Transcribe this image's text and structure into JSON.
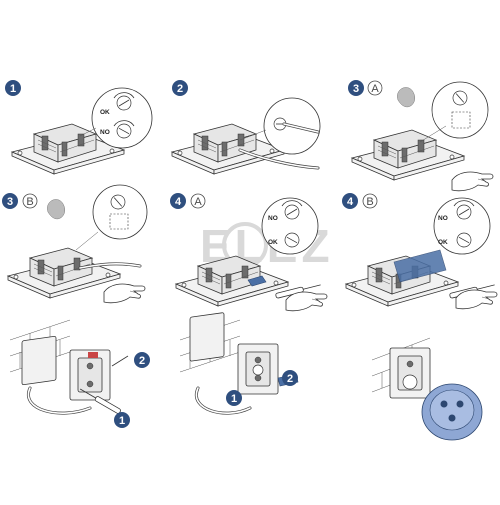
{
  "watermark": "ELEZ",
  "panels": [
    {
      "step": "1",
      "variant": "",
      "labels": [
        "OK",
        "NO"
      ]
    },
    {
      "step": "2",
      "variant": "",
      "labels": []
    },
    {
      "step": "3",
      "variant": "A",
      "labels": []
    },
    {
      "step": "3",
      "variant": "B",
      "labels": []
    },
    {
      "step": "4",
      "variant": "A",
      "labels": [
        "NO",
        "OK"
      ]
    },
    {
      "step": "4",
      "variant": "B",
      "labels": [
        "NO",
        "OK"
      ]
    }
  ],
  "bottom_callouts": [
    {
      "items": [
        "2",
        "1"
      ]
    },
    {
      "items": [
        "1",
        "2"
      ]
    },
    {
      "items": []
    }
  ],
  "colors": {
    "step_badge": "#2f4f7f",
    "accent_blue": "#4a6fa5",
    "line": "#333333",
    "watermark": "#d9d9d9"
  }
}
